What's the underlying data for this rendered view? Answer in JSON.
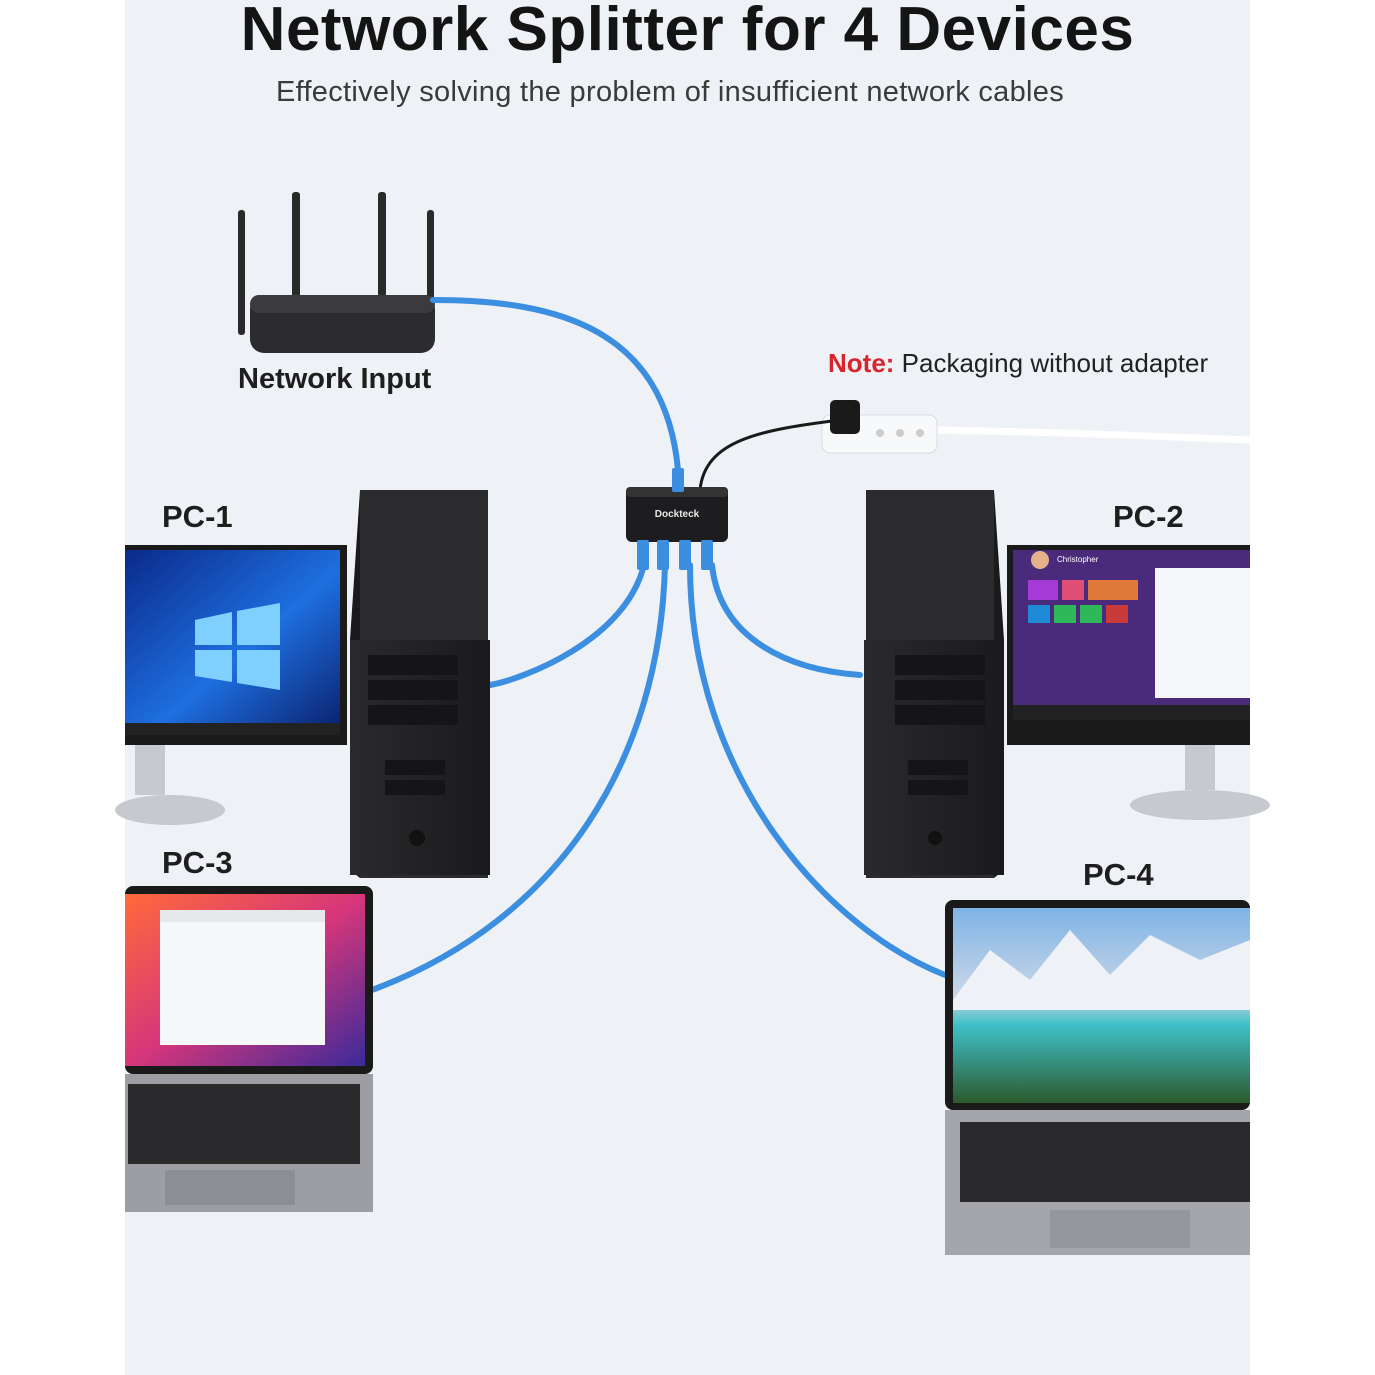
{
  "title": "Network Splitter for 4 Devices",
  "subtitle": "Effectively solving the problem of insufficient network cables",
  "labels": {
    "network_input": "Network Input",
    "pc1": "PC-1",
    "pc2": "PC-2",
    "pc3": "PC-3",
    "pc4": "PC-4"
  },
  "note": {
    "prefix": "Note:",
    "text": "Packaging without adapter"
  },
  "splitter_brand": "Dockteck",
  "pc2_screen_user": "Christopher",
  "colors": {
    "cable": "#3c8fe0",
    "note_red": "#d6262c",
    "background": "#eef1f6"
  }
}
